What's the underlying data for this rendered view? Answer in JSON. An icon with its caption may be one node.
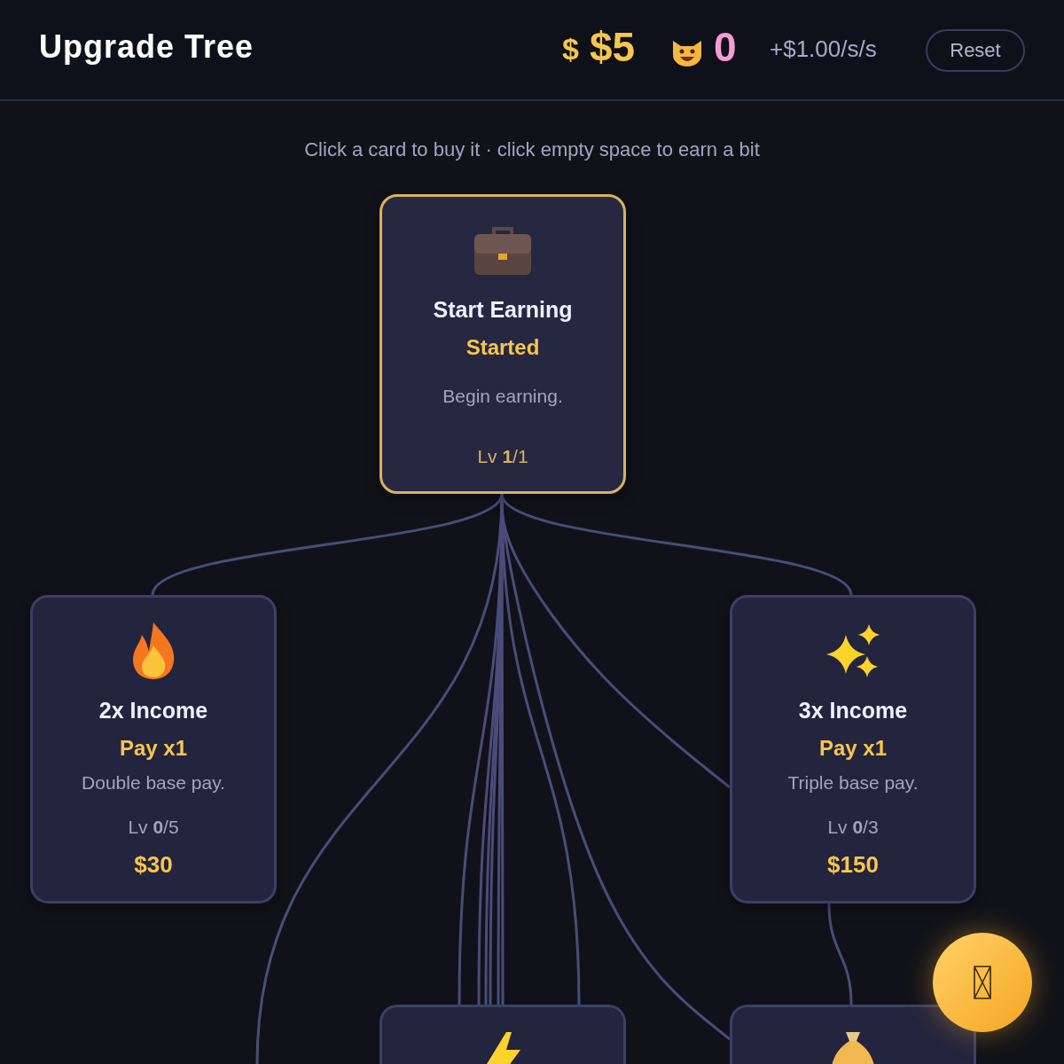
{
  "diagram": {
    "title": "Upgrade Tree",
    "nodes": [
      {
        "text": [
          "Start Earning",
          "Started",
          "Begin earning.",
          "Lv **1**/1"
        ]
      },
      {
        "text": [
          "2x Income",
          "Pay x1",
          "Double base pay.",
          "Lv **0**/5",
          "$30"
        ]
      },
      {
        "text": [
          "3x Income",
          "Pay x1",
          "Triple base pay.",
          "Lv **0**/3",
          "$150"
        ]
      },
      {
        "text": [],
        "shape": "box"
      },
      {
        "text": [],
        "shape": "box"
      }
    ],
    "edges": [
      {
        "from": 0,
        "to": 1,
        "arrow": "none"
      },
      {
        "from": 0,
        "to": 2,
        "arrow": "none"
      },
      {
        "from": 0,
        "to": null,
        "arrow": "none"
      },
      {
        "from": 0,
        "to": 3,
        "arrow": "none"
      },
      {
        "from": 0,
        "to": 3,
        "arrow": "none"
      },
      {
        "from": 0,
        "to": 3,
        "arrow": "none"
      },
      {
        "from": 0,
        "to": 3,
        "arrow": "none"
      },
      {
        "from": 0,
        "to": 3,
        "arrow": "none"
      },
      {
        "from": 0,
        "to": 3,
        "arrow": "none"
      },
      {
        "from": 0,
        "to": 3,
        "arrow": "none"
      },
      {
        "from": 0,
        "to": 2,
        "arrow": "none"
      },
      {
        "from": 0,
        "to": 4,
        "arrow": "none"
      },
      {
        "from": 2,
        "to": 4,
        "arrow": "none"
      }
    ],
    "labels": [
      "$",
      "$5",
      "0",
      "+$1.00/s/s",
      "Reset",
      "Click a card to buy it · click empty space to earn a bit"
    ]
  }
}
